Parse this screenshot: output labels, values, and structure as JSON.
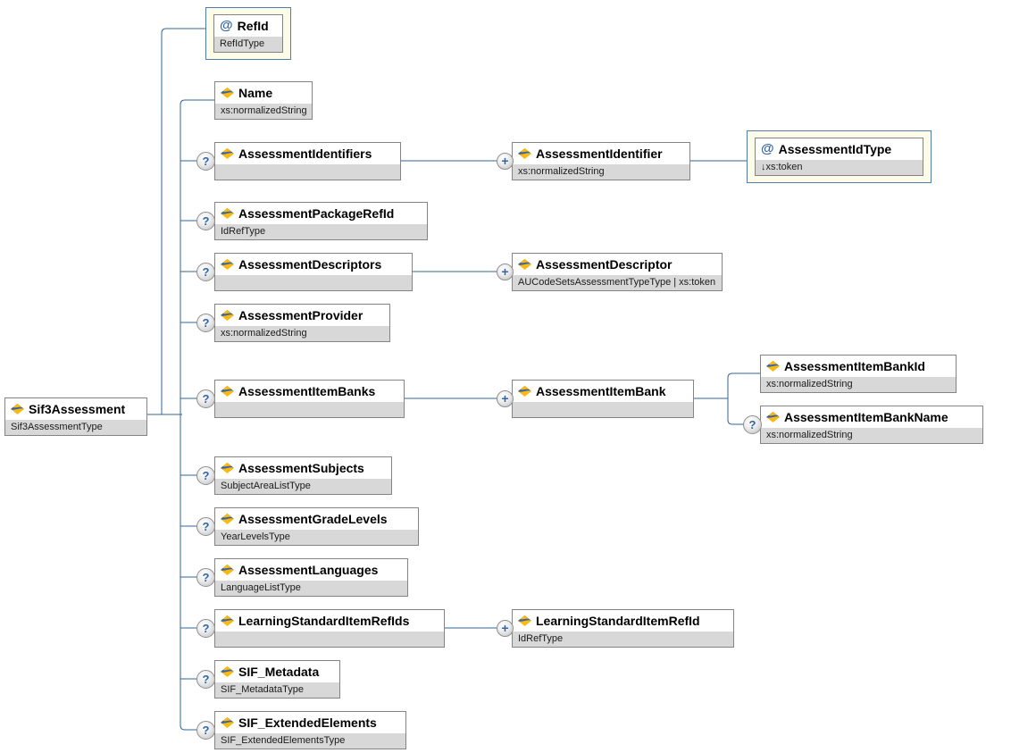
{
  "badges": {
    "optional": "?",
    "repeat": "+"
  },
  "colors": {
    "line": "#336699",
    "band_gray": "#d8d8d8",
    "attr_box_bg": "#fcfce8",
    "attr_box_border": "#4f7cac",
    "icon_blue": "#3465a4",
    "icon_yellow": "#fdb913"
  },
  "nodes": {
    "root": {
      "label": "Sif3Assessment",
      "type": "Sif3AssessmentType"
    },
    "refid": {
      "label": "RefId",
      "type": "RefIdType"
    },
    "name": {
      "label": "Name",
      "type": "xs:normalizedString"
    },
    "assessment_identifiers": {
      "label": "AssessmentIdentifiers",
      "type": ""
    },
    "assessment_identifier": {
      "label": "AssessmentIdentifier",
      "type": "xs:normalizedString"
    },
    "assessment_id_type": {
      "label": "AssessmentIdType",
      "type": "↓xs:token"
    },
    "assessment_package_refid": {
      "label": "AssessmentPackageRefId",
      "type": "IdRefType"
    },
    "assessment_descriptors": {
      "label": "AssessmentDescriptors",
      "type": ""
    },
    "assessment_descriptor": {
      "label": "AssessmentDescriptor",
      "type": "AUCodeSetsAssessmentTypeType | xs:token"
    },
    "assessment_provider": {
      "label": "AssessmentProvider",
      "type": "xs:normalizedString"
    },
    "assessment_item_banks": {
      "label": "AssessmentItemBanks",
      "type": ""
    },
    "assessment_item_bank": {
      "label": "AssessmentItemBank",
      "type": ""
    },
    "assessment_item_bank_id": {
      "label": "AssessmentItemBankId",
      "type": "xs:normalizedString"
    },
    "assessment_item_bank_name": {
      "label": "AssessmentItemBankName",
      "type": "xs:normalizedString"
    },
    "assessment_subjects": {
      "label": "AssessmentSubjects",
      "type": "SubjectAreaListType"
    },
    "assessment_grade_levels": {
      "label": "AssessmentGradeLevels",
      "type": "YearLevelsType"
    },
    "assessment_languages": {
      "label": "AssessmentLanguages",
      "type": "LanguageListType"
    },
    "learning_standard_item_refids": {
      "label": "LearningStandardItemRefIds",
      "type": ""
    },
    "learning_standard_item_refid": {
      "label": "LearningStandardItemRefId",
      "type": "IdRefType"
    },
    "sif_metadata": {
      "label": "SIF_Metadata",
      "type": "SIF_MetadataType"
    },
    "sif_extended_elements": {
      "label": "SIF_ExtendedElements",
      "type": "SIF_ExtendedElementsType"
    }
  }
}
